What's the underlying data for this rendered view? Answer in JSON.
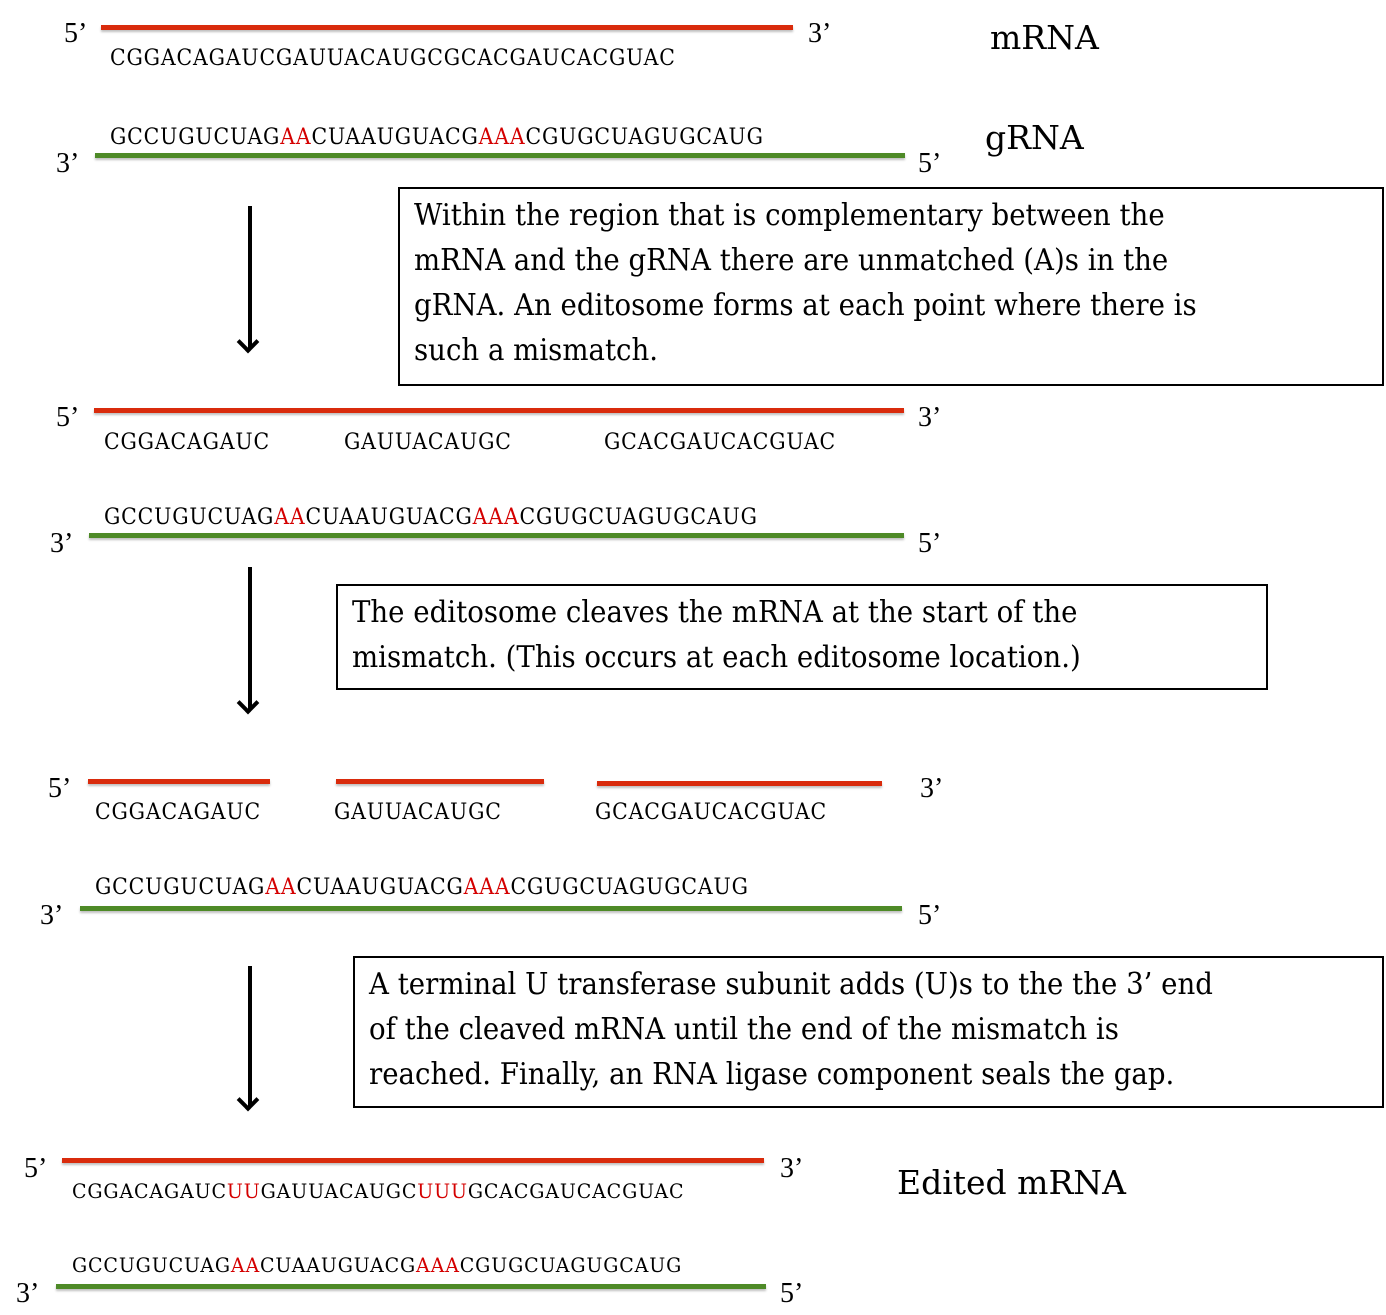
{
  "colors": {
    "mrna_strand": "#d92b0c",
    "grna_strand": "#4e8a27",
    "highlight": "#d40000",
    "text": "#000000"
  },
  "labels": {
    "mrna": "mRNA",
    "grna": "gRNA",
    "edited_mrna": "Edited mRNA",
    "five_prime": "5’",
    "three_prime": "3’"
  },
  "steps": [
    {
      "mrna_segments": [
        {
          "text": "CGGACAGAUCGAUUACAUGCGCACGAUCACGUAC",
          "highlight": false
        }
      ],
      "grna_segments": [
        {
          "text": "GCCUGUCUAG",
          "highlight": false
        },
        {
          "text": "AA",
          "highlight": true
        },
        {
          "text": "CUAAUGUACG",
          "highlight": false
        },
        {
          "text": "AAA",
          "highlight": true
        },
        {
          "text": "CGUGCUAGUGCAUG",
          "highlight": false
        }
      ]
    },
    {
      "mrna_fragments": [
        "CGGACAGAUC",
        "GAUUACAUGC",
        "GCACGAUCACGUAC"
      ],
      "grna_segments": [
        {
          "text": "GCCUGUCUAG",
          "highlight": false
        },
        {
          "text": "AA",
          "highlight": true
        },
        {
          "text": "CUAAUGUACG",
          "highlight": false
        },
        {
          "text": "AAA",
          "highlight": true
        },
        {
          "text": "CGUGCUAGUGCAUG",
          "highlight": false
        }
      ]
    },
    {
      "mrna_fragments": [
        "CGGACAGAUC",
        "GAUUACAUGC",
        "GCACGAUCACGUAC"
      ],
      "grna_segments": [
        {
          "text": "GCCUGUCUAG",
          "highlight": false
        },
        {
          "text": "AA",
          "highlight": true
        },
        {
          "text": "CUAAUGUACG",
          "highlight": false
        },
        {
          "text": "AAA",
          "highlight": true
        },
        {
          "text": "CGUGCUAGUGCAUG",
          "highlight": false
        }
      ]
    },
    {
      "mrna_segments": [
        {
          "text": "CGGACAGAUC",
          "highlight": false
        },
        {
          "text": "UU",
          "highlight": true
        },
        {
          "text": "GAUUACAUGC",
          "highlight": false
        },
        {
          "text": "UUU",
          "highlight": true
        },
        {
          "text": "GCACGAUCACGUAC",
          "highlight": false
        }
      ],
      "grna_segments": [
        {
          "text": "GCCUGUCUAG",
          "highlight": false
        },
        {
          "text": "AA",
          "highlight": true
        },
        {
          "text": "CUAAUGUACG",
          "highlight": false
        },
        {
          "text": "AAA",
          "highlight": true
        },
        {
          "text": "CGUGCUAGUGCAUG",
          "highlight": false
        }
      ]
    }
  ],
  "notes": [
    "Within the region that is complementary between the\nmRNA and the gRNA there are unmatched (A)s in the\ngRNA. An editosome forms at each point where there is\nsuch a mismatch.",
    "The editosome cleaves the mRNA at the  start of the\nmismatch. (This occurs at each editosome location.)",
    "A terminal U transferase subunit adds (U)s to the the 3’ end\nof the cleaved mRNA until the end of the mismatch is\nreached. Finally, an RNA ligase component seals the gap."
  ]
}
